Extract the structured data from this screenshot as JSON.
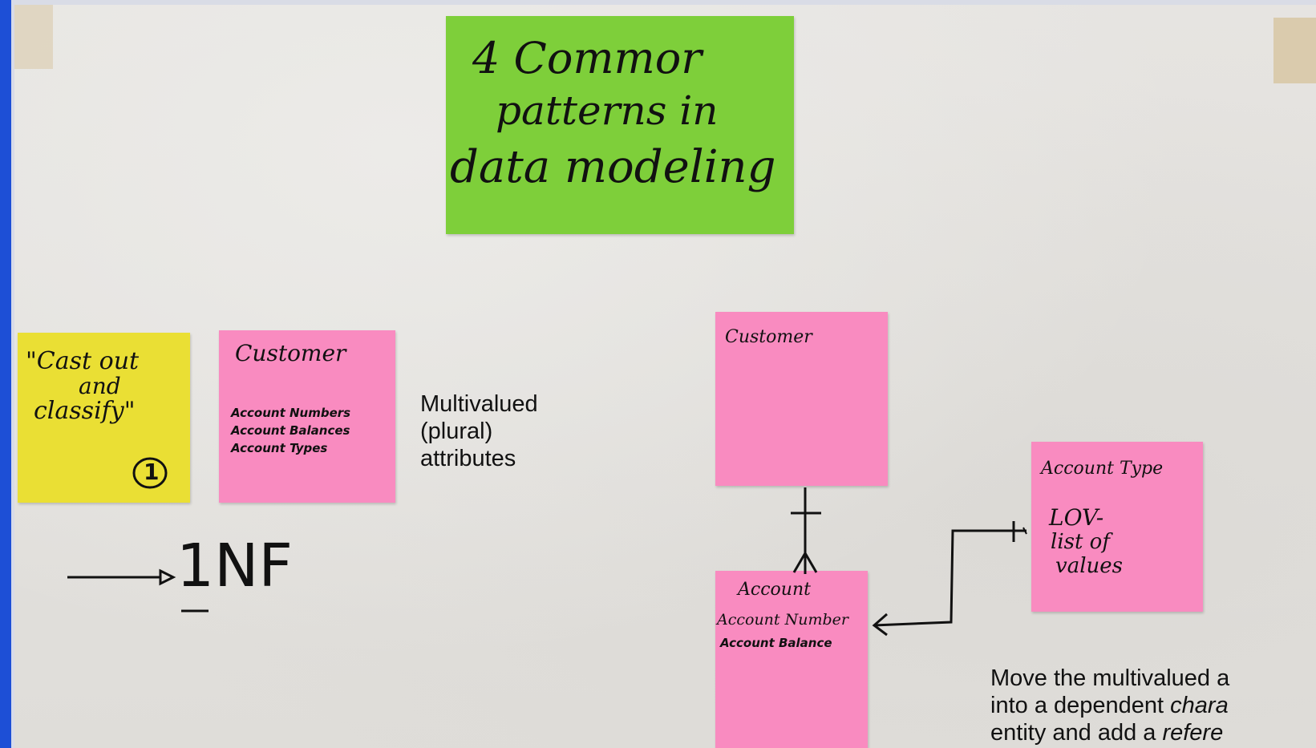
{
  "title_note": {
    "line1": "4 Commor",
    "line2": "patterns in",
    "line3": "data modeling"
  },
  "pattern_note": {
    "line1": "\"Cast out",
    "line2": "and",
    "line3": "classify\"",
    "number": "1"
  },
  "customer_before": {
    "title": "Customer",
    "attr1": "Account Numbers",
    "attr2": "Account Balances",
    "attr3": "Account Types"
  },
  "multivalued_caption": {
    "line1": "Multivalued",
    "line2": "(plural)",
    "line3": "attributes"
  },
  "nf_label": "1NF",
  "customer_after": {
    "title": "Customer"
  },
  "account_note": {
    "title": "Account",
    "attr1": "Account Number",
    "attr2": "Account Balance"
  },
  "account_type_note": {
    "title": "Account Type",
    "line1": "LOV-",
    "line2": "list of",
    "line3": "values"
  },
  "bottom_caption": {
    "line1": "Move the multivalued a",
    "line2_a": "into a dependent ",
    "line2_em": "chara",
    "line3_a": "entity and add a ",
    "line3_em": "refere"
  },
  "colors": {
    "green_note": "#7ecf3a",
    "pink_note": "#f98bc0",
    "yellow_note": "#eadf34",
    "frame_blue": "#1d4fd6"
  }
}
